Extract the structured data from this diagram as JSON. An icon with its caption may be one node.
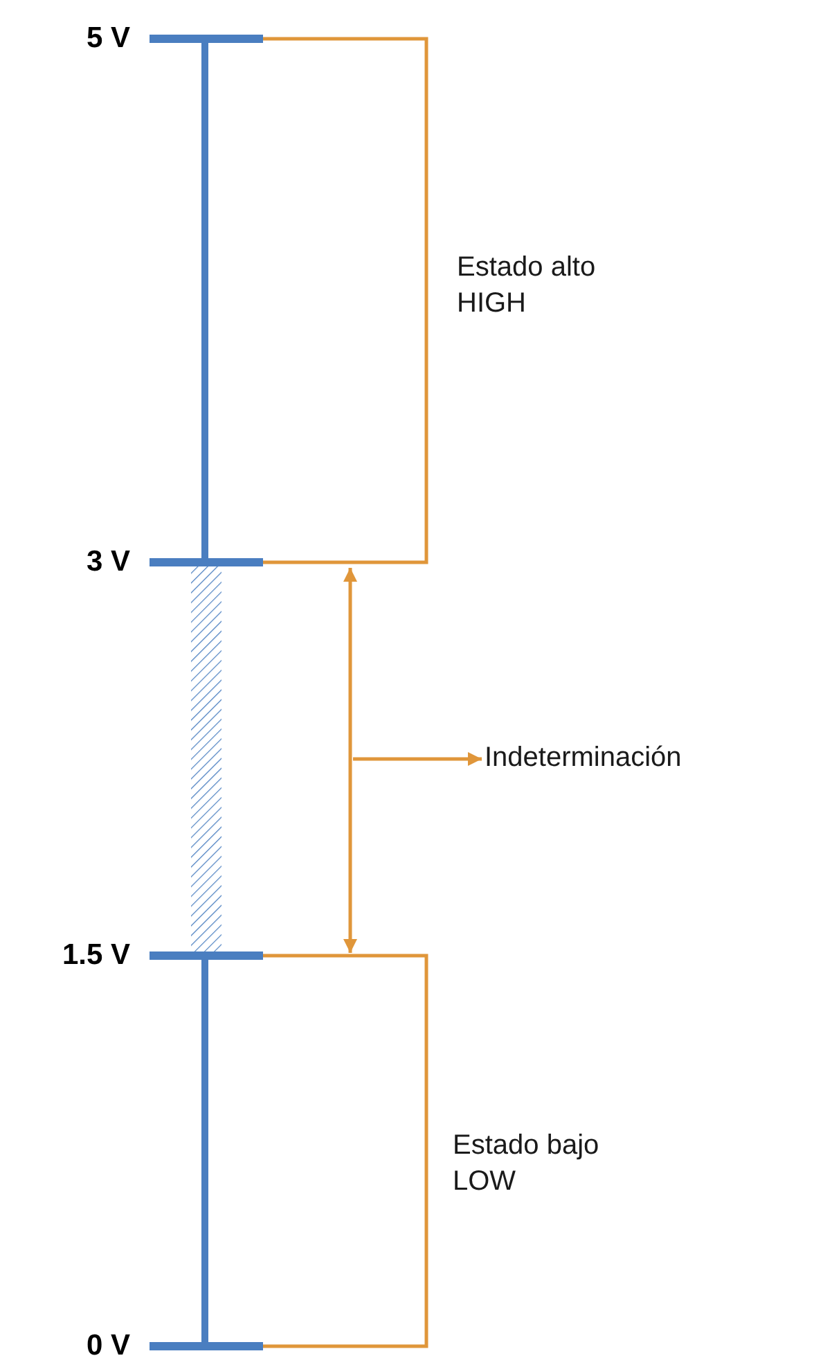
{
  "diagram": {
    "nodes": [
      {
        "text": [
          "Estado alto HIGH"
        ]
      },
      {
        "text": [
          "Indeterminación"
        ]
      },
      {
        "text": [
          "Estado bajo LOW"
        ]
      }
    ],
    "edges": [
      {
        "from": null,
        "to": 1,
        "arrow": "to"
      }
    ],
    "labels": [
      "5 V",
      "3 V",
      "1.5 V",
      "0 V"
    ]
  }
}
